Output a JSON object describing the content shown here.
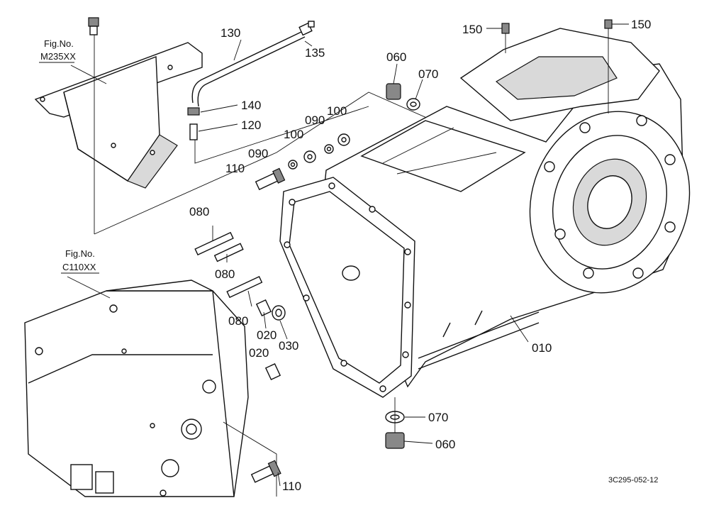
{
  "references": {
    "fig1_label": "Fig.No.",
    "fig1_number": "M235XX",
    "fig2_label": "Fig.No.",
    "fig2_number": "C110XX"
  },
  "callouts": [
    {
      "id": "c130",
      "text": "130"
    },
    {
      "id": "c135",
      "text": "135"
    },
    {
      "id": "c140",
      "text": "140"
    },
    {
      "id": "c120",
      "text": "120"
    },
    {
      "id": "c060a",
      "text": "060"
    },
    {
      "id": "c070a",
      "text": "070"
    },
    {
      "id": "c100a",
      "text": "100"
    },
    {
      "id": "c090a",
      "text": "090"
    },
    {
      "id": "c100b",
      "text": "100"
    },
    {
      "id": "c090b",
      "text": "090"
    },
    {
      "id": "c110a",
      "text": "110"
    },
    {
      "id": "c150a",
      "text": "150"
    },
    {
      "id": "c150b",
      "text": "150"
    },
    {
      "id": "c080a",
      "text": "080"
    },
    {
      "id": "c080b",
      "text": "080"
    },
    {
      "id": "c080c",
      "text": "080"
    },
    {
      "id": "c020a",
      "text": "020"
    },
    {
      "id": "c030",
      "text": "030"
    },
    {
      "id": "c020b",
      "text": "020"
    },
    {
      "id": "c010",
      "text": "010"
    },
    {
      "id": "c070b",
      "text": "070"
    },
    {
      "id": "c060b",
      "text": "060"
    },
    {
      "id": "c110b",
      "text": "110"
    }
  ],
  "drawing_code": "3C295-052-12"
}
